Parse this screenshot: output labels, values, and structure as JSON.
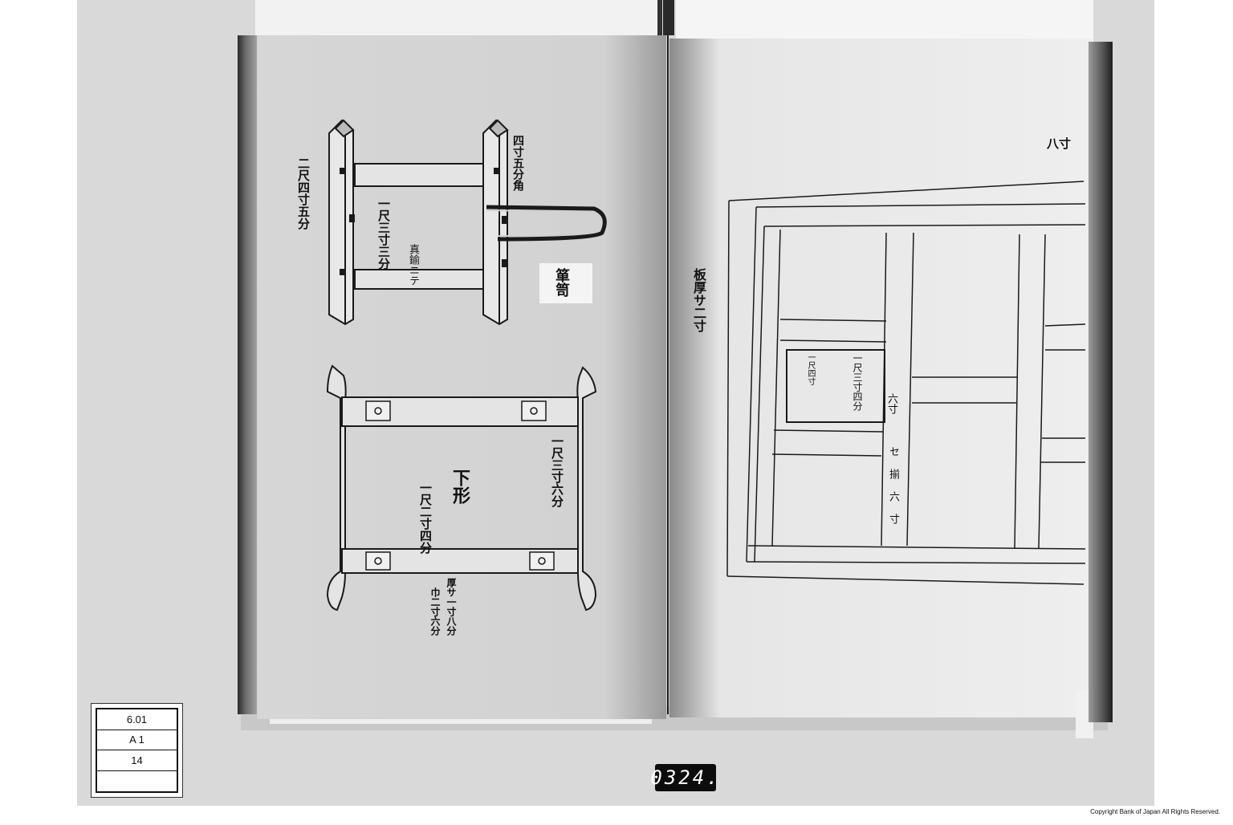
{
  "left_page": {
    "upper_figure": {
      "height_note": "二尺四寸五分",
      "post_note": "四寸五分角",
      "width_note": "一尺三寸三分",
      "handle_note": "真鍮ニテ",
      "side_label": "箪笥"
    },
    "lower_figure": {
      "title": "下形",
      "length_note": "一尺三寸六分",
      "inner_note": "一尺二寸四分",
      "thickness_note_a": "厚サ一寸八分",
      "thickness_note_b": "巾二寸六分"
    }
  },
  "right_page": {
    "board_note": "板厚サ二寸",
    "top_corner_note": "八寸",
    "panel_note_a": "一尺四寸",
    "panel_note_b": "一尺三寸四分",
    "center_note": "六寸",
    "vertical_note": "セ 揃 六 寸"
  },
  "reference_card": {
    "line1": "6.01",
    "line2": "A 1",
    "line3": "14",
    "line4": ""
  },
  "frame_number": "0324.",
  "copyright": "Copyright Bank of Japan All Rights Reserved."
}
